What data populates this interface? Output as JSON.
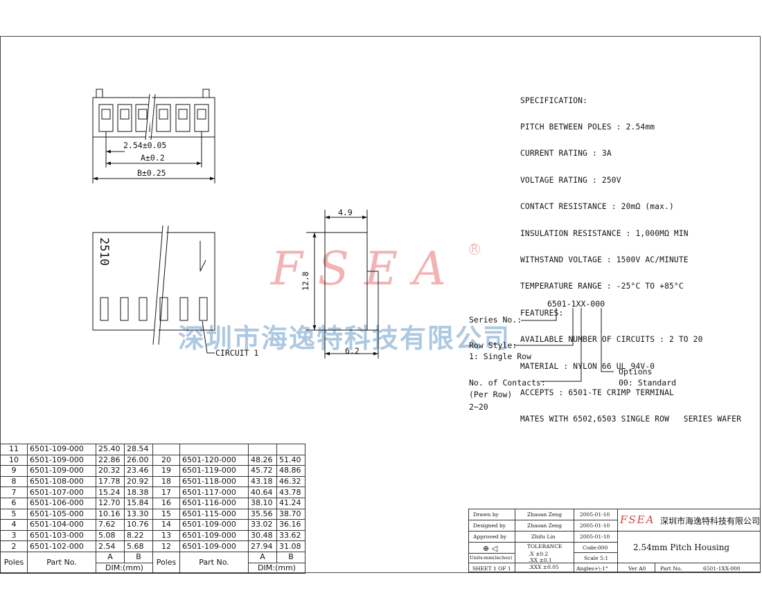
{
  "spec": {
    "lines": [
      "SPECIFICATION:",
      "PITCH BETWEEN POLES : 2.54mm",
      "CURRENT RATING : 3A",
      "VOLTAGE RATING : 250V",
      "CONTACT RESISTANCE : 20mΩ (max.)",
      "INSULATION RESISTANCE : 1,000MΩ MIN",
      "WITHSTAND VOLTAGE : 1500V AC/MINUTE",
      "TEMPERATURE RANGE : -25°C TO +85°C",
      "FEATURES:",
      "AVAILABLE NUMBER OF CIRCUITS : 2 TO 20",
      "MATERIAL : NYLON 66 UL 94V-0",
      "ACCEPTS : 6501-TE CRIMP TERMINAL",
      "MATES WITH 6502,6503 SINGLE ROW   SERIES WAFER"
    ]
  },
  "dims": {
    "pitch": "2.54±0.05",
    "a": "A±0.2",
    "b": "B±0.25",
    "width": "4.9",
    "height": "12.8",
    "depth": "6.2"
  },
  "drawing": {
    "marking": "2510",
    "circuit_label": "CIRCUIT 1"
  },
  "part_code": {
    "code": "6501-1XX-000",
    "series_label": "Series No.:",
    "row_style_label": "Row Style:",
    "row_style_value": "1: Single Row",
    "contacts_label": "No. of Contacts:",
    "contacts_sub": "(Per Row)",
    "contacts_range": "2~20",
    "options_label": "Options",
    "options_value": "00: Standard"
  },
  "watermark": {
    "brand": "FSEA",
    "reg": "R",
    "company": "深圳市海逸特科技有限公司"
  },
  "parts_table": {
    "left": [
      [
        "11",
        "6501-109-000",
        "25.40",
        "28.54"
      ],
      [
        "10",
        "6501-109-000",
        "22.86",
        "26.00"
      ],
      [
        "9",
        "6501-109-000",
        "20.32",
        "23.46"
      ],
      [
        "8",
        "6501-108-000",
        "17.78",
        "20.92"
      ],
      [
        "7",
        "6501-107-000",
        "15.24",
        "18.38"
      ],
      [
        "6",
        "6501-106-000",
        "12.70",
        "15.84"
      ],
      [
        "5",
        "6501-105-000",
        "10.16",
        "13.30"
      ],
      [
        "4",
        "6501-104-000",
        "7.62",
        "10.76"
      ],
      [
        "3",
        "6501-103-000",
        "5.08",
        "8.22"
      ],
      [
        "2",
        "6501-102-000",
        "2.54",
        "5.68"
      ]
    ],
    "right": [
      [
        "",
        "",
        "",
        ""
      ],
      [
        "20",
        "6501-120-000",
        "48.26",
        "51.40"
      ],
      [
        "19",
        "6501-119-000",
        "45.72",
        "48.86"
      ],
      [
        "18",
        "6501-118-000",
        "43.18",
        "46.32"
      ],
      [
        "17",
        "6501-117-000",
        "40.64",
        "43.78"
      ],
      [
        "16",
        "6501-116-000",
        "38.10",
        "41.24"
      ],
      [
        "15",
        "6501-115-000",
        "35.56",
        "38.70"
      ],
      [
        "14",
        "6501-109-000",
        "33.02",
        "36.16"
      ],
      [
        "13",
        "6501-109-000",
        "30.48",
        "33.62"
      ],
      [
        "12",
        "6501-109-000",
        "27.94",
        "31.08"
      ]
    ],
    "header": {
      "poles": "Poles",
      "part_no": "Part No.",
      "a": "A",
      "b": "B",
      "dim": "DIM:(mm)"
    }
  },
  "title_block": {
    "drawn_label": "Drawn   by",
    "drawn_name": "Zhaoan Zeng",
    "drawn_date": "2005-01-10",
    "designed_label": "Designed by",
    "designed_name": "Zhaoan Zeng",
    "designed_date": "2005-01-10",
    "approved_label": "Approved by",
    "approved_name": "Zhifu Lin",
    "approved_date": "2005-01-10",
    "tolerance_label": "TOLERANCE",
    "tol_x": ".X      ±0.2",
    "tol_xx": ".XX     ±0.1",
    "tol_xxx": ".XXX    ±0.05",
    "units": "Units:mm(inches)",
    "sheet": "SHEET  1  OF  1",
    "code": "Code:000",
    "scale": "Scale  5:1",
    "angles": "Angles+\\-1°",
    "logo": "FSEA",
    "company": "深圳市海逸特科技有限公司",
    "title": "2.54mm  Pitch  Housing",
    "ver": "Ver  A0",
    "part_label": "Part  No.",
    "part_value": "6501-1XX-000"
  }
}
